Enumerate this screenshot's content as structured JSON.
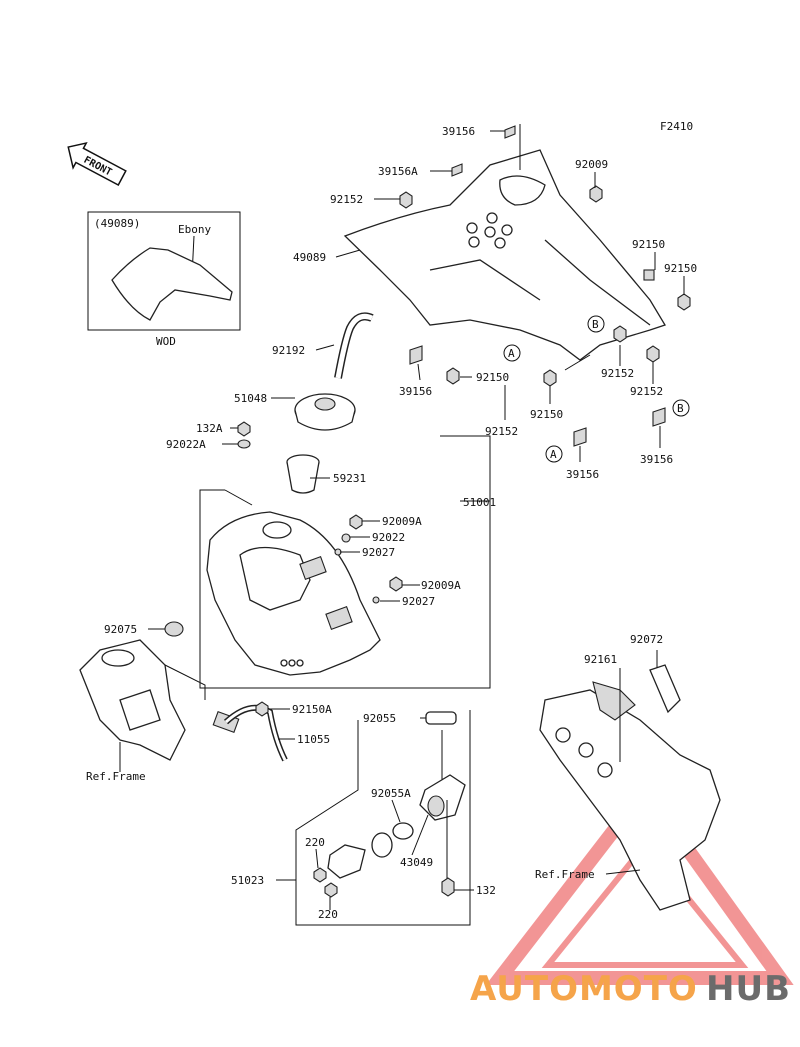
{
  "diagram": {
    "code": "F2410",
    "front_arrow": "FRONT",
    "inset": {
      "ref": "(49089)",
      "variant": "Ebony",
      "caption": "WOD"
    },
    "labels": {
      "p39156_top": "39156",
      "p39156A": "39156A",
      "p92009_top": "92009",
      "p92152_top": "92152",
      "p49089": "49089",
      "p92150_a": "92150",
      "p92150_b": "92150",
      "p92192": "92192",
      "p39156_mid": "39156",
      "p92150_c": "92150",
      "p92152_r1": "92152",
      "p92152_r2": "92152",
      "p92150_d": "92150",
      "p92152_bot": "92152",
      "p51048": "51048",
      "p132A": "132A",
      "p92022A": "92022A",
      "p39156_a": "39156",
      "p39156_b": "39156",
      "p59231": "59231",
      "p51001": "51001",
      "p92009A_1": "92009A",
      "p92022": "92022",
      "p92027_1": "92027",
      "p92009A_2": "92009A",
      "p92027_2": "92027",
      "p92075": "92075",
      "p92072": "92072",
      "p92161": "92161",
      "p92150A": "92150A",
      "p11055": "11055",
      "p92055": "92055",
      "p92055A": "92055A",
      "p43049": "43049",
      "p220_1": "220",
      "p220_2": "220",
      "p51023": "51023",
      "p132": "132",
      "ref_frame_left": "Ref.Frame",
      "ref_frame_right": "Ref.Frame"
    },
    "markers": {
      "A1": "A",
      "A2": "A",
      "B1": "B",
      "B2": "B"
    }
  },
  "watermark": {
    "part1": "AUTOMOTO",
    "part2": "HUB",
    "color1": "#f5a44a",
    "color2": "#6b6b6b",
    "triangle_color": "#e84040"
  }
}
